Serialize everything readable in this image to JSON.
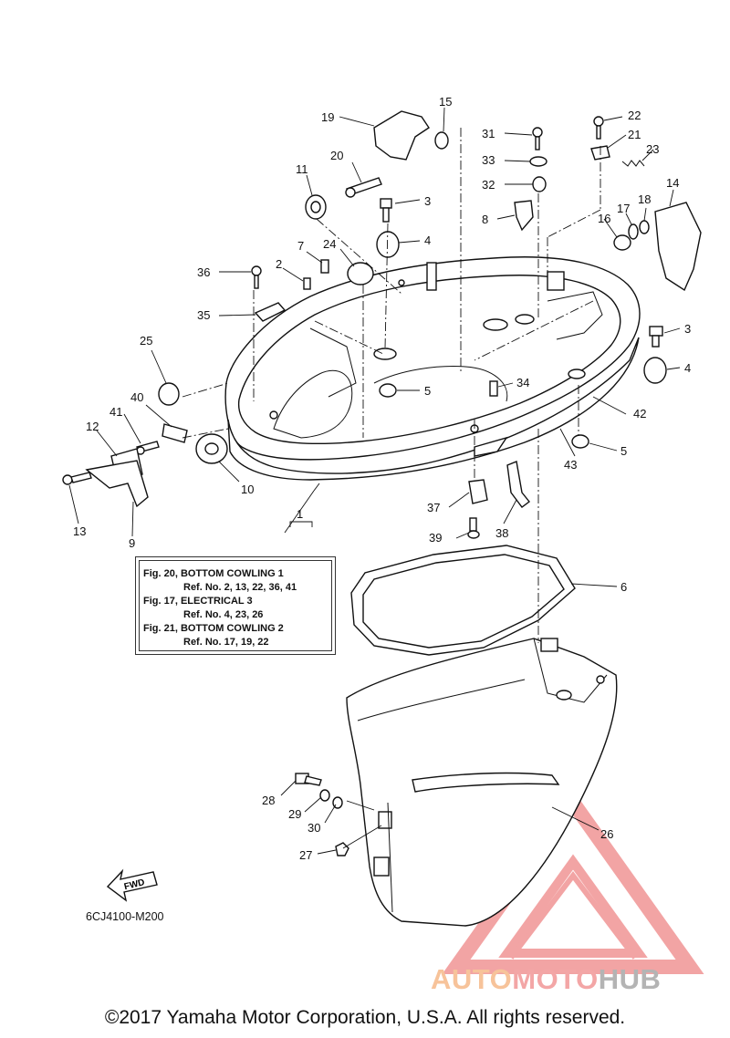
{
  "callouts": {
    "c1": "1",
    "c2": "2",
    "c3a": "3",
    "c3b": "3",
    "c4a": "4",
    "c4b": "4",
    "c5a": "5",
    "c5b": "5",
    "c6": "6",
    "c7": "7",
    "c8": "8",
    "c9": "9",
    "c10": "10",
    "c11": "11",
    "c12": "12",
    "c13": "13",
    "c14": "14",
    "c15": "15",
    "c16": "16",
    "c17": "17",
    "c18": "18",
    "c19": "19",
    "c20": "20",
    "c21": "21",
    "c22": "22",
    "c23": "23",
    "c24": "24",
    "c25": "25",
    "c26": "26",
    "c27": "27",
    "c28": "28",
    "c29": "29",
    "c30": "30",
    "c31": "31",
    "c32": "32",
    "c33": "33",
    "c34": "34",
    "c35": "35",
    "c36": "36",
    "c37": "37",
    "c38": "38",
    "c39": "39",
    "c40": "40",
    "c41": "41",
    "c42": "42",
    "c43": "43"
  },
  "reference_box": {
    "lines": [
      "Fig. 20, BOTTOM COWLING 1",
      "Ref. No. 2, 13, 22, 36, 41",
      "Fig. 17, ELECTRICAL 3",
      "Ref. No. 4, 23, 26",
      "Fig. 21, BOTTOM COWLING 2",
      "Ref. No. 17, 19, 22"
    ]
  },
  "fwd_label": "FWD",
  "part_code": "6CJ4100-M200",
  "watermark": {
    "part1": "AUTO",
    "part2": "MOTO",
    "part3": "HUB"
  },
  "copyright": "©2017 Yamaha Motor Corporation, U.S.A. All rights reserved.",
  "colors": {
    "line": "#111111",
    "watermark_triangle": "#e85a5a",
    "watermark_orange": "#f5b27a",
    "watermark_gray": "#a9a9a9"
  }
}
